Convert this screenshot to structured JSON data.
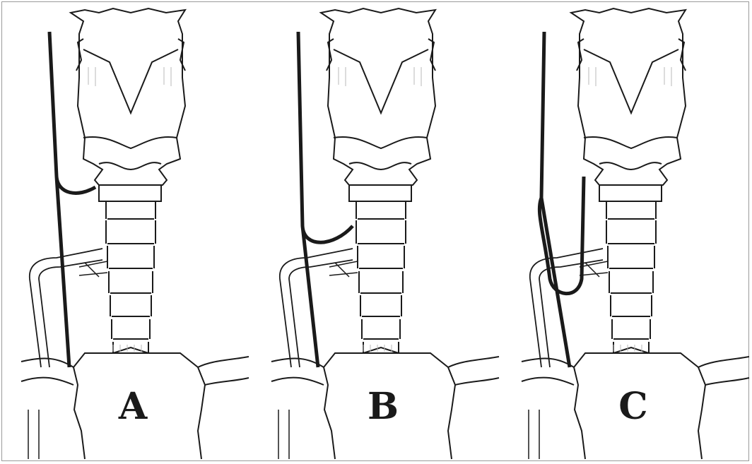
{
  "figure": {
    "panels": [
      {
        "label": "A"
      },
      {
        "label": "B"
      },
      {
        "label": "C"
      }
    ]
  },
  "colors": {
    "ink": "#1a1a1a",
    "line_light": "#555555",
    "border": "#9a9a9a",
    "background": "#ffffff"
  }
}
